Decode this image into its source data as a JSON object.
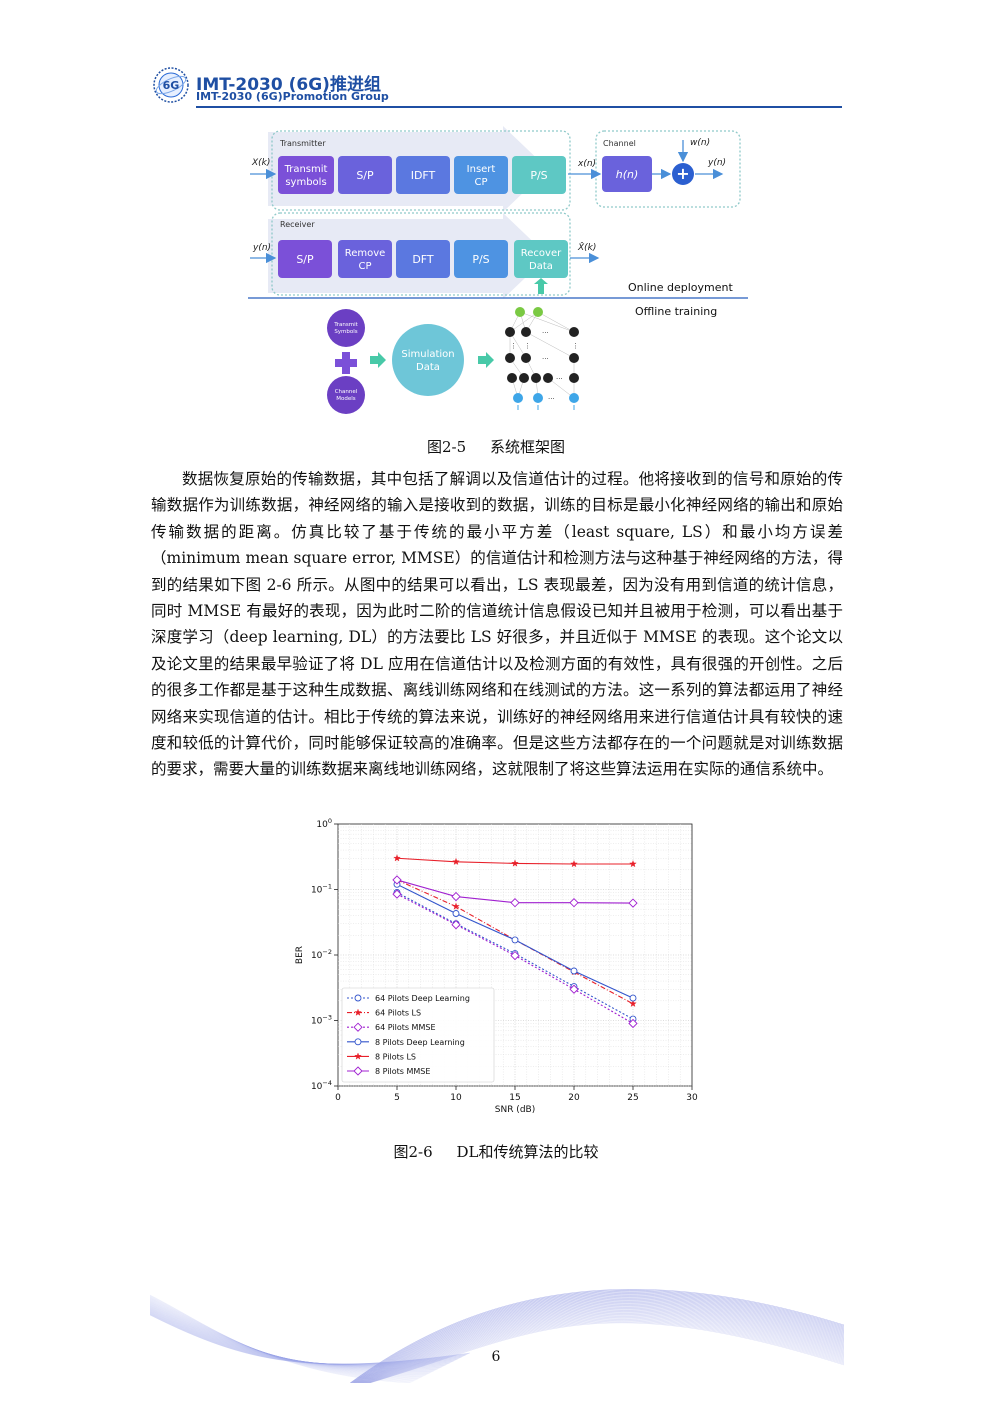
{
  "header": {
    "title_cn": "IMT-2030 (6G)推进组",
    "title_en": "IMT-2030 (6G)Promotion Group",
    "logo_text": "6G"
  },
  "figure1": {
    "transmitter_label": "Transmitter",
    "receiver_label": "Receiver",
    "channel_label": "Channel",
    "tx_input": "X(k)",
    "tx_output": "x(n)",
    "noise": "w(n)",
    "channel_output": "y(n)",
    "rx_input": "y(n)",
    "rx_output": "X̂(k)",
    "channel_block": "h(n)",
    "tx_blocks": [
      "Transmit symbols",
      "S/P",
      "IDFT",
      "Insert CP",
      "P/S"
    ],
    "rx_blocks": [
      "S/P",
      "Remove CP",
      "DFT",
      "P/S",
      "Recover Data"
    ],
    "online": "Online deployment",
    "offline": "Offline training",
    "transmit_symbols": "Transmit Symbols",
    "channel_models": "Channel Models",
    "simulation_data": "Simulation Data",
    "caption": "图2-5     系统框架图"
  },
  "paragraph": "数据恢复原始的传输数据，其中包括了解调以及信道估计的过程。他将接收到的信号和原始的传输数据作为训练数据，神经网络的输入是接收到的数据，训练的目标是最小化神经网络的输出和原始传输数据的距离。仿真比较了基于传统的最小平方差（least square, LS）和最小均方误差（minimum mean square error, MMSE）的信道估计和检测方法与这种基于神经网络的方法，得到的结果如下图 2-6 所示。从图中的结果可以看出，LS 表现最差，因为没有用到信道的统计信息，同时 MMSE 有最好的表现，因为此时二阶的信道统计信息假设已知并且被用于检测，可以看出基于深度学习（deep learning, DL）的方法要比 LS 好很多，并且近似于 MMSE 的表现。这个论文以及论文里的结果最早验证了将 DL 应用在信道估计以及检测方面的有效性，具有很强的开创性。之后的很多工作都是基于这种生成数据、离线训练网络和在线测试的方法。这一系列的算法都运用了神经网络来实现信道的估计。相比于传统的算法来说，训练好的神经网络用来进行信道估计具有较快的速度和较低的计算代价，同时能够保证较高的准确率。但是这些方法都存在的一个问题就是对训练数据的要求，需要大量的训练数据来离线地训练网络，这就限制了将这些算法运用在实际的通信系统中。",
  "chart_data": {
    "type": "line",
    "xlabel": "SNR (dB)",
    "ylabel": "BER",
    "xlim": [
      0,
      30
    ],
    "ylim": [
      0.0001,
      1
    ],
    "yscale": "log",
    "grid": true,
    "legend_position": "bottom-left",
    "x_ticks": [
      "0",
      "5",
      "10",
      "15",
      "20",
      "25",
      "30"
    ],
    "y_ticks": [
      "10^0",
      "10^-1",
      "10^-2",
      "10^-3",
      "10^-4"
    ],
    "x": [
      5,
      10,
      15,
      20,
      25
    ],
    "series": [
      {
        "name": "64 Pilots Deep Learning",
        "values": [
          0.09,
          0.03,
          0.0105,
          0.0033,
          0.00105
        ],
        "color": "#3355cc",
        "dash": "2,2",
        "marker": "circle"
      },
      {
        "name": "64 Pilots LS",
        "values": [
          0.14,
          0.055,
          0.017,
          0.0055,
          0.0018
        ],
        "color": "#e8202a",
        "dash": "5,2,1,2",
        "marker": "star"
      },
      {
        "name": "64 Pilots MMSE",
        "values": [
          0.085,
          0.029,
          0.0098,
          0.003,
          0.0009
        ],
        "color": "#a020d0",
        "dash": "2,2",
        "marker": "diamond"
      },
      {
        "name": "8 Pilots Deep Learning",
        "values": [
          0.12,
          0.043,
          0.017,
          0.0057,
          0.0022
        ],
        "color": "#3355cc",
        "dash": "",
        "marker": "circle"
      },
      {
        "name": "8 Pilots LS",
        "values": [
          0.3,
          0.265,
          0.25,
          0.245,
          0.245
        ],
        "color": "#e8202a",
        "dash": "",
        "marker": "star"
      },
      {
        "name": "8 Pilots MMSE",
        "values": [
          0.14,
          0.078,
          0.063,
          0.063,
          0.062
        ],
        "color": "#a020d0",
        "dash": "",
        "marker": "diamond"
      }
    ]
  },
  "figure2": {
    "caption": "图2-6     DL和传统算法的比较"
  },
  "page_number": "6"
}
